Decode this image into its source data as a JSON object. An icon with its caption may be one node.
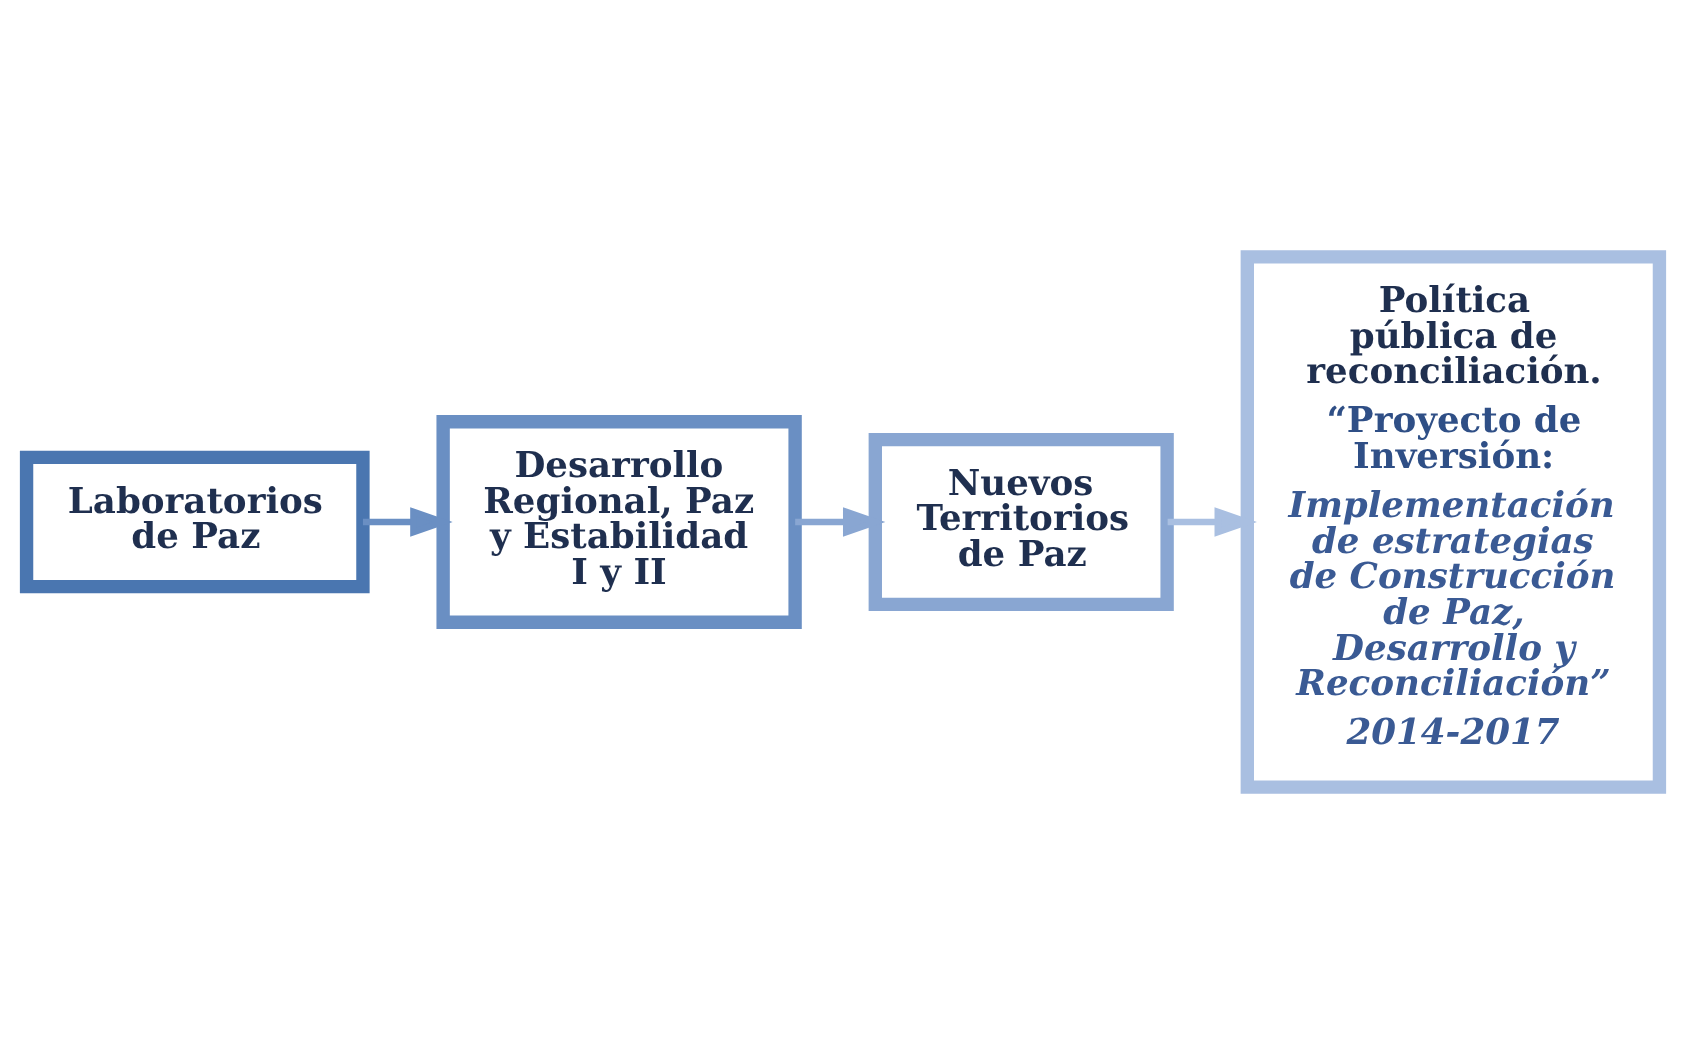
{
  "diagram": {
    "nodes": [
      {
        "text": [
          "Laboratorios de Paz"
        ]
      },
      {
        "text": [
          "Desarrollo Regional, Paz y Estabilidad I y II"
        ]
      },
      {
        "text": [
          "Nuevos Territorios de Paz"
        ]
      },
      {
        "text": [
          "Política pública de reconciliación.",
          "“Proyecto de Inversión:",
          "Implementación de estrategias de Construcción de Paz, Desarrollo y Reconciliación”",
          "2014-2017"
        ]
      }
    ],
    "edges": [
      {
        "from": 0,
        "to": 1,
        "arrow": "to"
      },
      {
        "from": 1,
        "to": 2,
        "arrow": "to"
      },
      {
        "from": 2,
        "to": 3,
        "arrow": "to"
      }
    ]
  }
}
